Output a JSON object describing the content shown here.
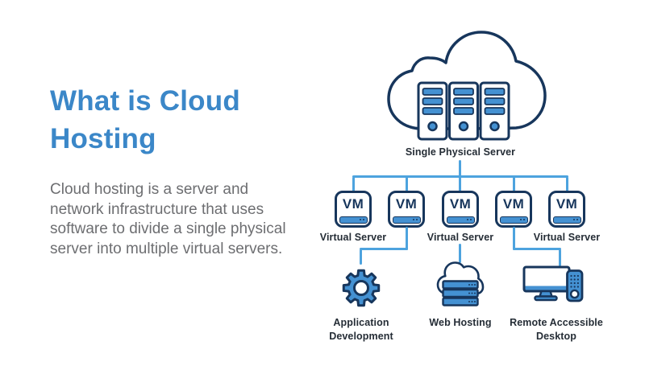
{
  "title": "What is Cloud Hosting",
  "description": "Cloud hosting is a server and network infrastructure that uses software to divide a single physical server into multiple virtual servers.",
  "colors": {
    "accent_blue": "#3b87c8",
    "icon_blue": "#4491d2",
    "line_blue": "#4da3de",
    "navy": "#17365c",
    "text_gray": "#6d6e71",
    "label_dark": "#252d36"
  },
  "diagram": {
    "physical_server_label": "Single Physical Server",
    "vm_label": "VM",
    "virtual_server_labels": [
      "Virtual Server",
      "Virtual Server",
      "Virtual Server"
    ],
    "output_labels": [
      "Application Development",
      "Web Hosting",
      "Remote Accessible Desktop"
    ]
  }
}
